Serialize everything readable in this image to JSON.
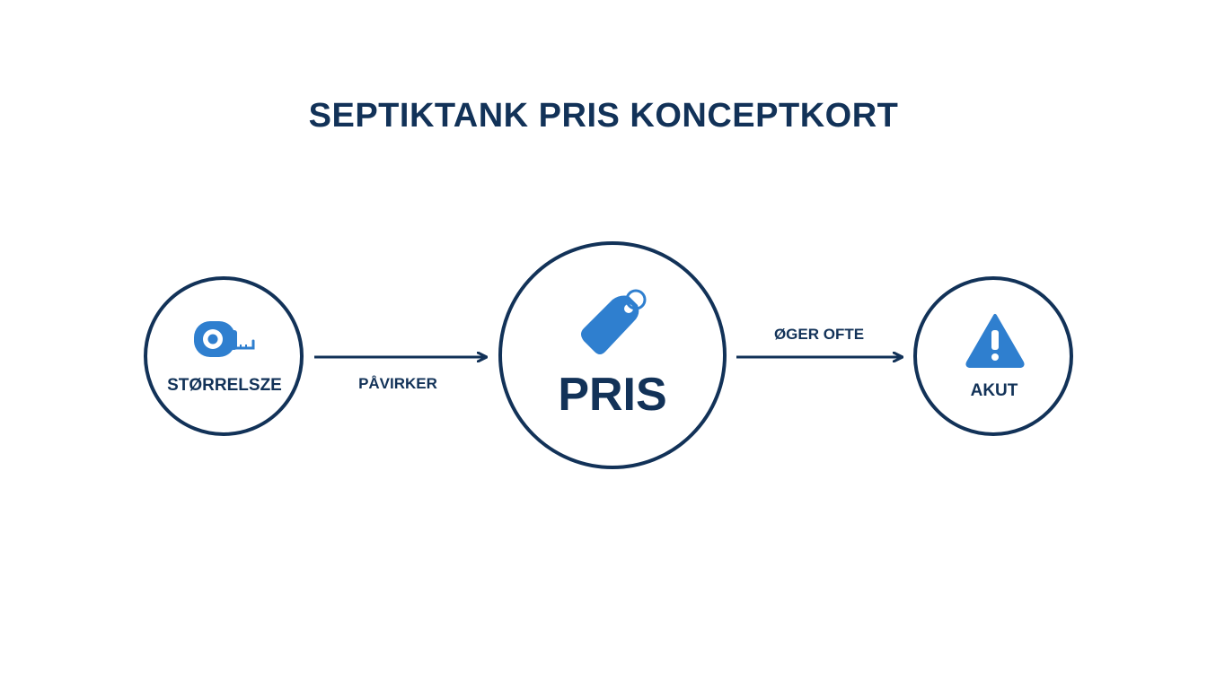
{
  "title": "SEPTIKTANK PRIS KONCEPTKORT",
  "colors": {
    "navy": "#123258",
    "blue": "#2f7fcf",
    "background": "#ffffff"
  },
  "nodes": {
    "size": {
      "label": "STØRRELSZE",
      "icon": "tape-measure-icon"
    },
    "price": {
      "label": "PRIS",
      "icon": "price-tag-icon"
    },
    "urgent": {
      "label": "AKUT",
      "icon": "warning-triangle-icon"
    }
  },
  "edges": {
    "size_to_price": {
      "label": "PÅVIRKER"
    },
    "price_to_urgent": {
      "label": "ØGER OFTE"
    }
  }
}
